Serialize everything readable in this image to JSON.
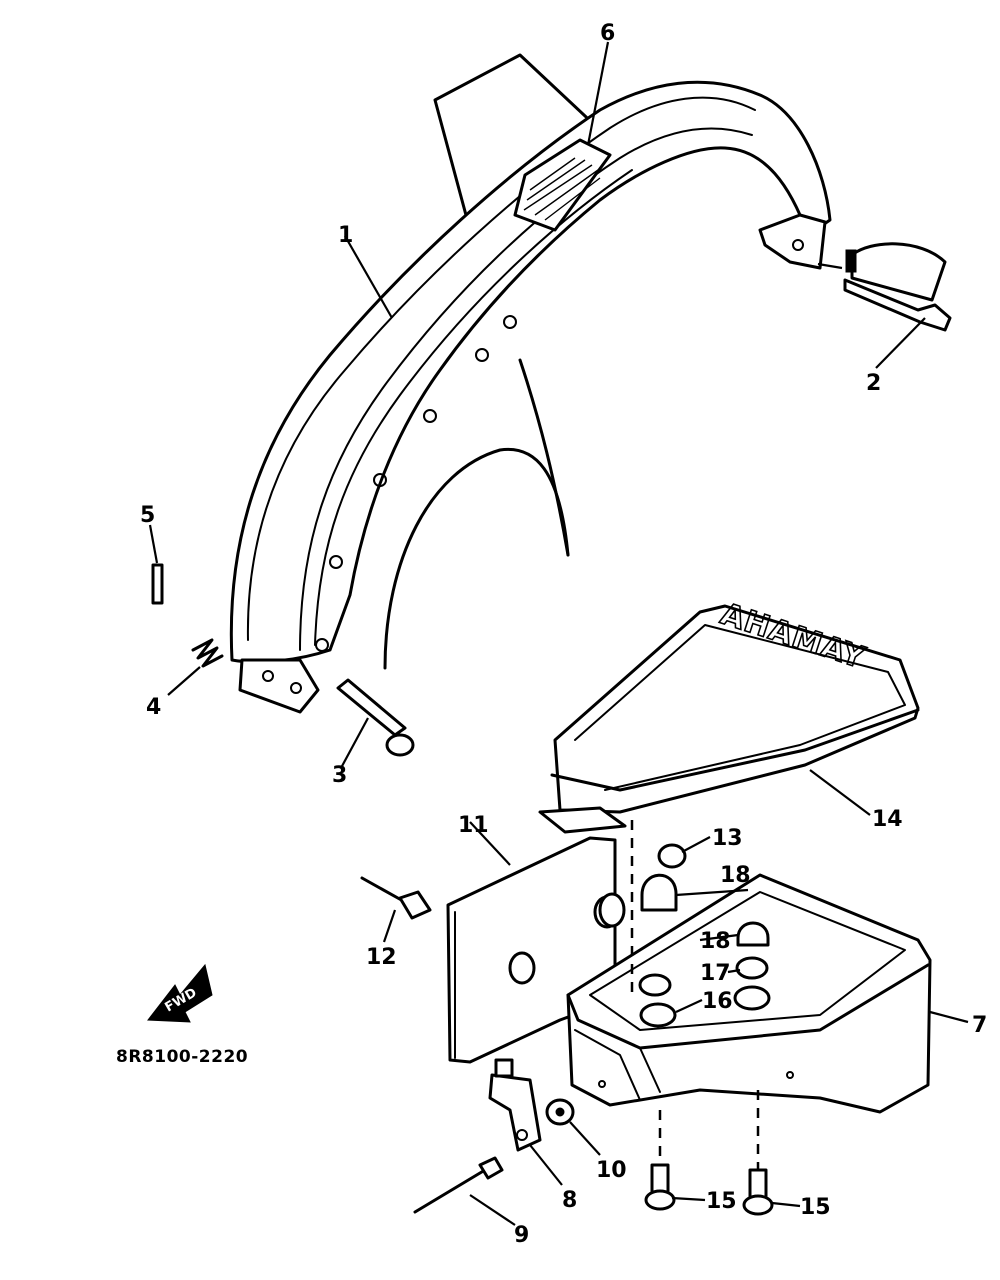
{
  "diagram": {
    "drawing_code": "8R8100-2220",
    "brand_mark": "YAMAHA",
    "direction_mark": "FWD",
    "callouts": {
      "c1": "1",
      "c2": "2",
      "c3": "3",
      "c4": "4",
      "c5": "5",
      "c6": "6",
      "c7": "7",
      "c8": "8",
      "c9": "9",
      "c10": "10",
      "c11": "11",
      "c12": "12",
      "c13": "13",
      "c14": "14",
      "c15a": "15",
      "c15b": "15",
      "c16": "16",
      "c17": "17",
      "c18a": "18",
      "c18b": "18"
    }
  }
}
